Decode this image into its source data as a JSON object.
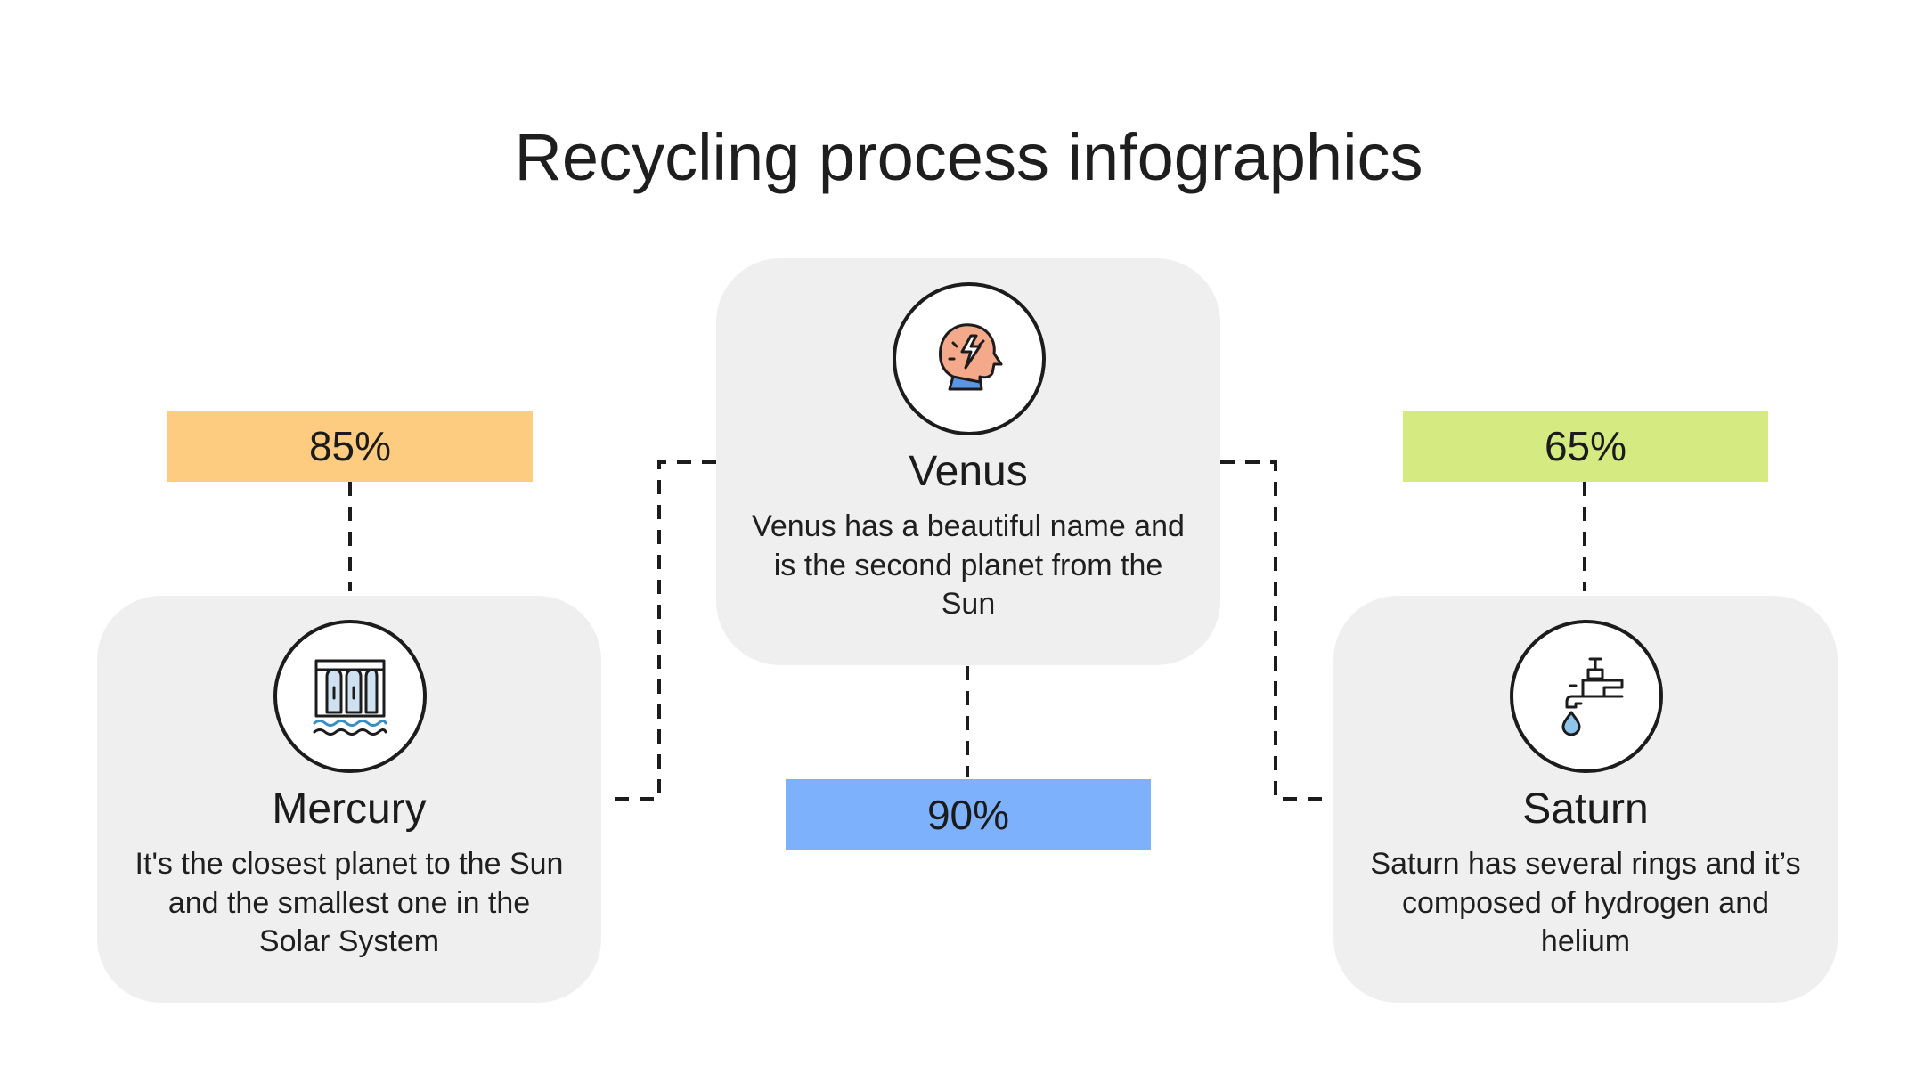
{
  "title": "Recycling process infographics",
  "items": [
    {
      "name": "Mercury",
      "description": "It's the closest planet to the Sun and the smallest one in the Solar System",
      "percent": "85%",
      "icon": "water-filter-icon",
      "color": "#fdcc80"
    },
    {
      "name": "Venus",
      "description": "Venus has a beautiful name and is the second planet from the Sun",
      "percent": "90%",
      "icon": "head-energy-icon",
      "color": "#7db1fb"
    },
    {
      "name": "Saturn",
      "description": "Saturn has several rings and it’s composed of hydrogen and helium",
      "percent": "65%",
      "icon": "water-tap-icon",
      "color": "#d6ea82"
    }
  ],
  "colors": {
    "card_background": "#efefef",
    "line": "#1c1c1c"
  }
}
